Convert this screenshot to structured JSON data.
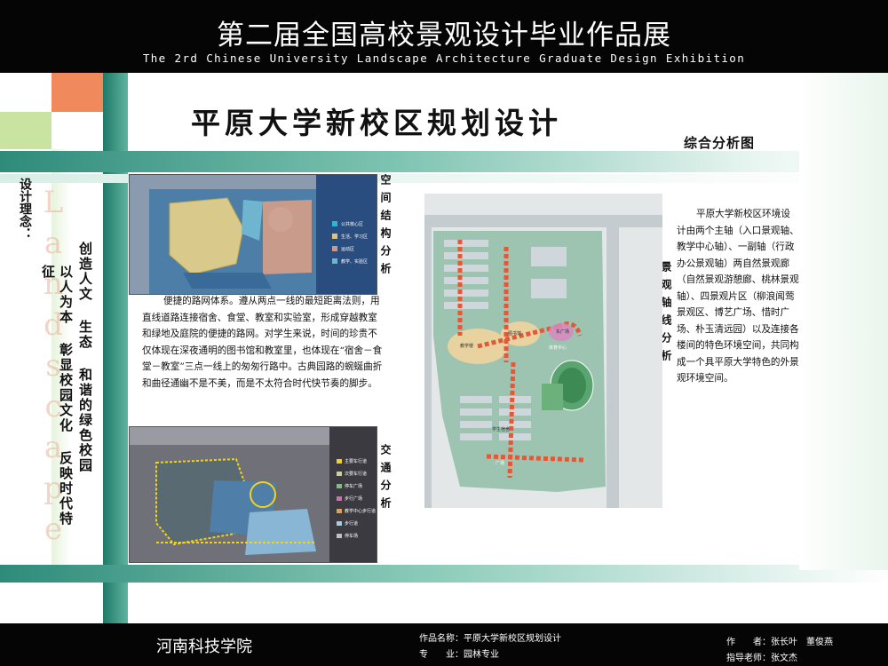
{
  "header": {
    "title": "第二届全国高校景观设计毕业作品展",
    "subtitle": "The 2rd Chinese University Landscape Architecture Graduate Design Exhibition"
  },
  "main": {
    "title": "平原大学新校区规划设计",
    "subtitle": "综合分析图"
  },
  "left_panel": {
    "heading": "设计理念：",
    "col1": "以人为本 彰显校园文化 反映时代特征",
    "col2": "创造人文 生态 和谐的绿色校园",
    "watermark": "Landscape"
  },
  "sections": {
    "spatial": "空间结构分析",
    "traffic": "交通分析",
    "axis": "景观轴线分析"
  },
  "spatial_map_legend": [
    "公共核心区",
    "生活、学习区",
    "运动区",
    "教学、实验区"
  ],
  "traffic_map_legend": [
    "主要车行道",
    "次要车行道",
    "停车广场",
    "步行广场",
    "教学中心步行道",
    "步行道",
    "停车场"
  ],
  "master_plan_labels": [
    "体育中心",
    "图书馆",
    "学生宿舍",
    "教学楼",
    "广场",
    "东广场"
  ],
  "description": "便捷的路网体系。遵从两点一线的最短距离法则，用直线道路连接宿舍、食堂、教室和实验室，形成穿越教室和绿地及庭院的便捷的路网。对学生来说，时间的珍贵不仅体现在深夜通明的图书馆和教室里，也体现在“宿舍－食堂－教室”三点一线上的匆匆行路中。古典园路的蜿蜒曲折和曲径通幽不是不美，而是不太符合时代快节奏的脚步。",
  "right_paragraph": "平原大学新校区环境设计由两个主轴（入口景观轴、教学中心轴）、一副轴（行政办公景观轴）两自然景观廊（自然景观游憩廊、桃林景观轴）、四景观片区（柳浪闻莺景观区、博艺广场、惜时广场、朴玉清远园）以及连接各楼间的特色环境空间，共同构成一个具平原大学特色的外景观环境空间。",
  "footer": {
    "school": "河南科技学院",
    "work_name_label": "作品名称：平原大学新校区规划设计",
    "major_label": "专　　业：园林专业",
    "author_label": "作　　者：张长叶　董俊燕",
    "advisor_label": "指导老师：张文杰"
  },
  "colors": {
    "header_bg": "#050505",
    "teal": "#2e8b7a",
    "orange": "#f08a5d",
    "lime": "#c9e3a0"
  }
}
